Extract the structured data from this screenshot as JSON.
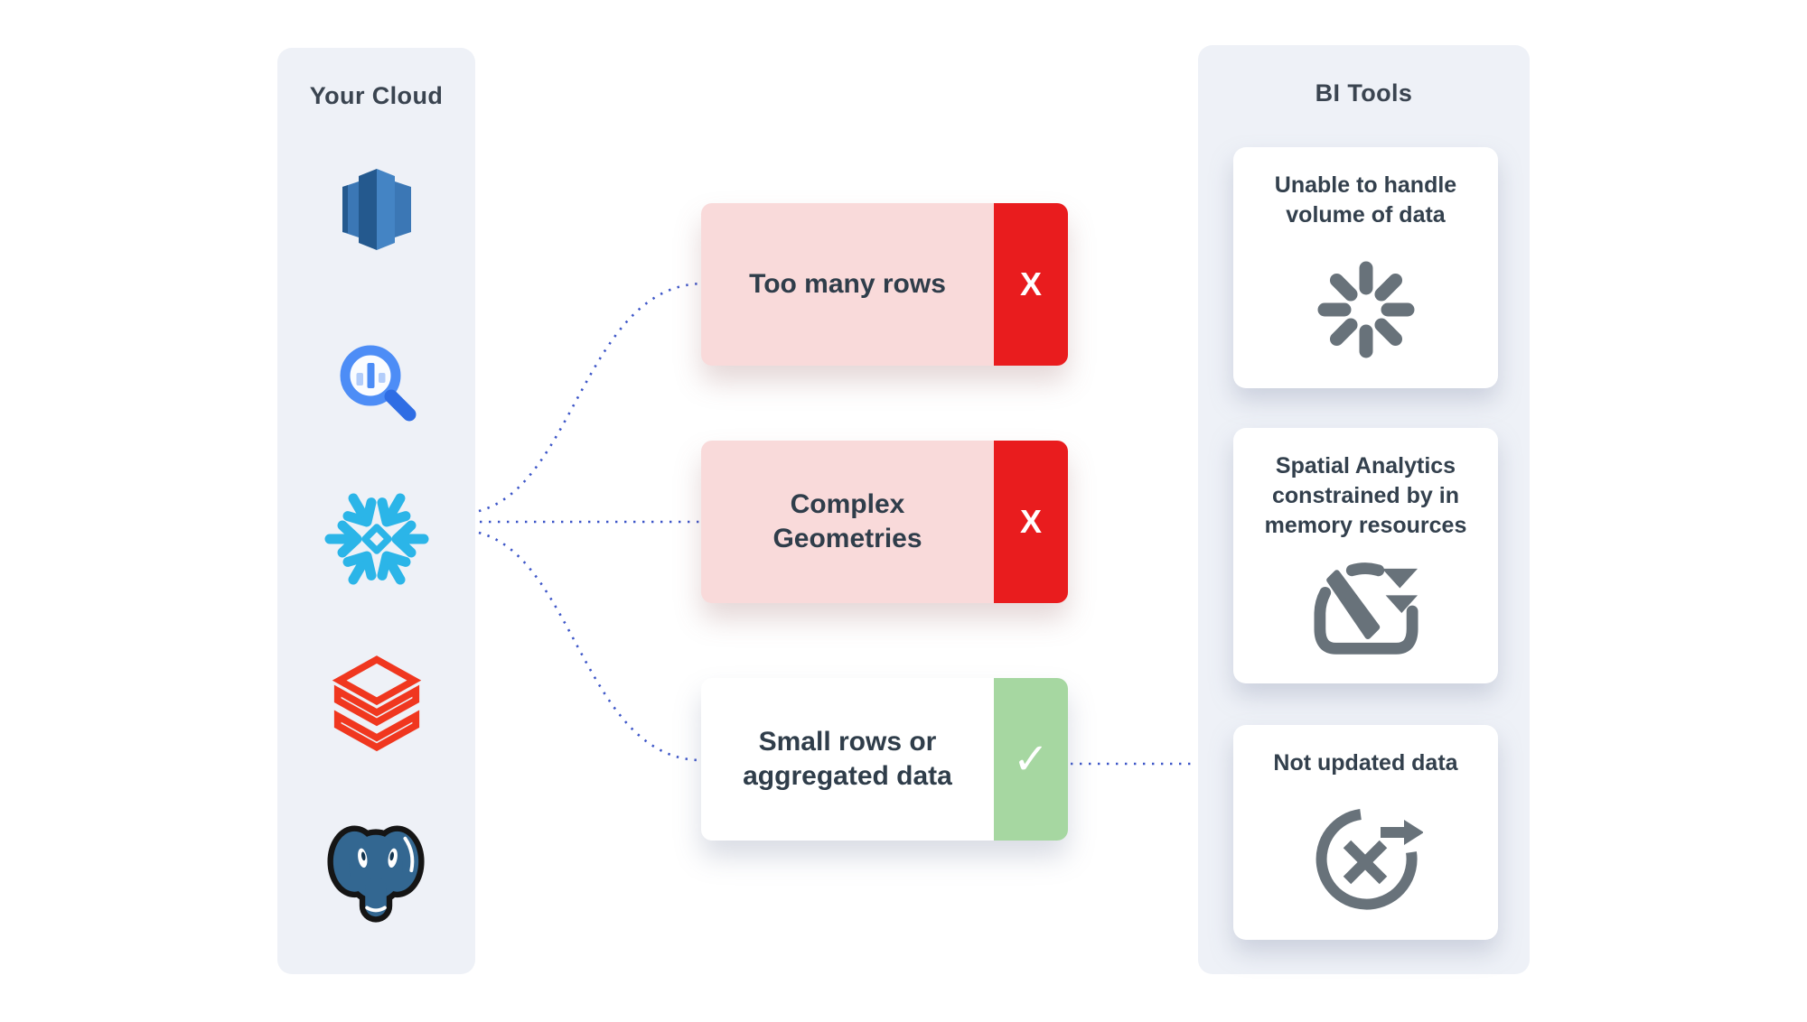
{
  "left_panel": {
    "title": "Your Cloud",
    "icons": [
      {
        "name": "amazon-redshift"
      },
      {
        "name": "google-bigquery"
      },
      {
        "name": "snowflake"
      },
      {
        "name": "databricks"
      },
      {
        "name": "postgresql"
      }
    ]
  },
  "middle": {
    "cards": [
      {
        "label": "Too many rows",
        "badge": "X",
        "status": "fail"
      },
      {
        "label": "Complex Geometries",
        "badge": "X",
        "status": "fail"
      },
      {
        "label": "Small rows or aggregated data",
        "badge": "✓",
        "status": "pass"
      }
    ]
  },
  "right_panel": {
    "title": "BI Tools",
    "cards": [
      {
        "label": "Unable to handle volume of data",
        "icon": "loading-spinner"
      },
      {
        "label": "Spatial Analytics constrained by in memory resources",
        "icon": "speed-gauge"
      },
      {
        "label": "Not updated data",
        "icon": "refresh-cancelled"
      }
    ]
  },
  "colors": {
    "panel_background": "#eef1f7",
    "fail_card_background": "#f9dada",
    "fail_strip": "#e91c1e",
    "pass_strip": "#a6d7a1",
    "connector_blue": "#3d56c8",
    "text_dark": "#2f3d4a",
    "bi_icon_gray": "#68727a",
    "snowflake_blue": "#2bb5e8",
    "databricks_red": "#f0371f",
    "bigquery_blue": "#4d8df6",
    "postgres_blue": "#336791",
    "redshift_dark_blue": "#24598e",
    "redshift_light_blue": "#4484c4"
  }
}
